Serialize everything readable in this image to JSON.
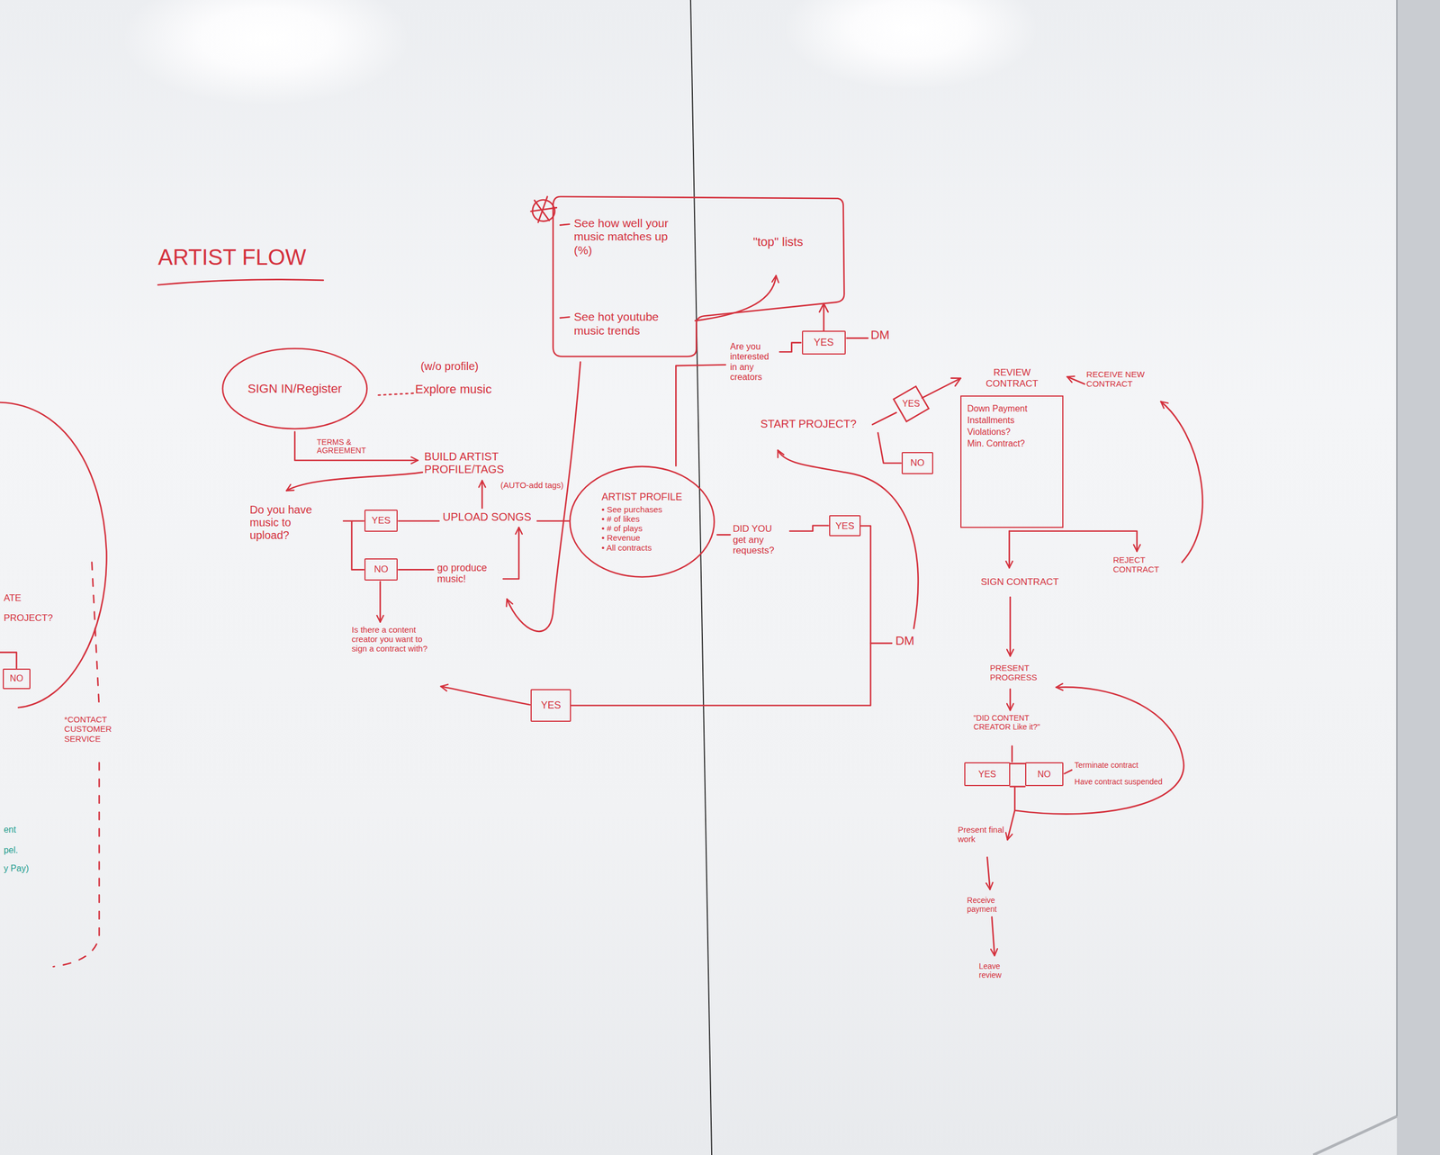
{
  "diagram": {
    "title": "ARTIST FLOW",
    "nodes": [
      {
        "text": [
          "SIGN IN/Register"
        ]
      },
      {
        "text": [
          "See how well your music matches up (%)",
          "See hot youtube music trends",
          "\"top\" lists"
        ]
      },
      {
        "text": [
          "ARTIST PROFILE",
          "• See purchases",
          "• # of likes",
          "• # of plays",
          "• Revenue",
          "• All contracts"
        ]
      },
      {
        "text": [
          "YES"
        ]
      },
      {
        "text": [
          "NO"
        ]
      },
      {
        "text": [
          "YES"
        ]
      },
      {
        "text": [
          "YES"
        ]
      },
      {
        "text": [
          "YES"
        ]
      },
      {
        "text": [
          "NO"
        ]
      },
      {
        "text": [
          "YES"
        ]
      },
      {
        "text": [
          "REVIEW CONTRACT",
          "Down Payment",
          "Installments",
          "Violations?",
          "Min. Contract?"
        ]
      },
      {
        "text": [
          "YES"
        ]
      },
      {
        "text": [
          "NO"
        ]
      },
      {
        "text": [
          "NO"
        ]
      }
    ],
    "edges": [
      {
        "from": 9,
        "to": 5,
        "arrow": "none"
      },
      {
        "from": 6,
        "to": 1,
        "arrow": "to"
      },
      {
        "from": 7,
        "to": 10,
        "arrow": "to"
      }
    ],
    "labels": [
      "(w/o profile)",
      "Explore music",
      "TERMS & AGREEMENT",
      "BUILD ARTIST PROFILE/TAGS",
      "(AUTO-add tags)",
      "Do you have music to upload?",
      "UPLOAD SONGS",
      "go produce music!",
      "Is there a content creator you want to sign a contract with?",
      "Are you interested in any creators",
      "DM",
      "DID YOU get any requests?",
      "DM",
      "START PROJECT?",
      "RECEIVE NEW CONTRACT",
      "SIGN CONTRACT",
      "REJECT CONTRACT",
      "PRESENT PROGRESS",
      "\"DID CONTENT CREATOR Like it?\"",
      "Terminate contract",
      "Have contract suspended",
      "Present final work",
      "Receive payment",
      "Leave review",
      "ATE",
      "PROJECT?",
      "*CONTACT CUSTOMER SERVICE",
      "ent",
      "pel.",
      "y Pay)"
    ]
  }
}
